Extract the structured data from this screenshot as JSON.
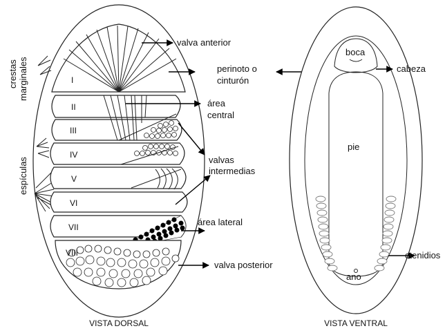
{
  "dorsal": {
    "caption": "VISTA DORSAL",
    "valves": [
      "I",
      "II",
      "III",
      "IV",
      "V",
      "VI",
      "VII",
      "VIII"
    ],
    "labels": {
      "valva_anterior": "valva anterior",
      "perinoto_1": "perinoto o",
      "perinoto_2": "cinturón",
      "area_central_1": "área",
      "area_central_2": "central",
      "valvas_intermedias_1": "valvas",
      "valvas_intermedias_2": "intermedias",
      "area_lateral": "área lateral",
      "valva_posterior": "valva posterior",
      "crestas_1": "crestas",
      "crestas_2": "marginales",
      "espiculas": "espículas"
    }
  },
  "ventral": {
    "caption": "VISTA VENTRAL",
    "labels": {
      "boca": "boca",
      "cabeza": "cabeza",
      "pie": "pie",
      "ctenidios": "ctenidios",
      "ano": "ano"
    }
  },
  "colors": {
    "line": "#222222",
    "background": "#ffffff",
    "fill_dark": "#000000"
  }
}
